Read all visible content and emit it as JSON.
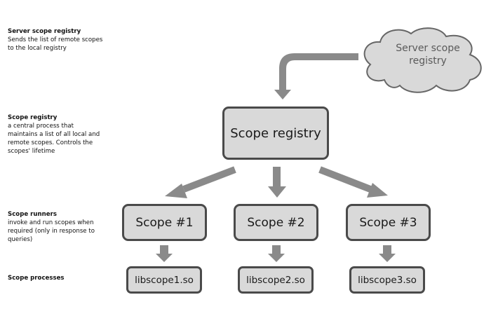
{
  "labels": {
    "server": {
      "title": "Server scope registry",
      "lines": [
        "Sends the list of remote scopes",
        "to the local registry"
      ]
    },
    "registry": {
      "title": "Scope registry",
      "lines": [
        "a central process that",
        "maintains a list of all local and",
        "remote scopes. Controls the",
        "scopes' lifetime"
      ]
    },
    "runners": {
      "title": "Scope runners",
      "lines": [
        "invoke and run scopes when",
        "required (only in response to",
        "queries)"
      ]
    },
    "processes": {
      "title": "Scope processes",
      "lines": []
    }
  },
  "cloud": {
    "lines": [
      "Server scope",
      "registry"
    ]
  },
  "registry_box": "Scope registry",
  "scopes": [
    "Scope #1",
    "Scope #2",
    "Scope #3"
  ],
  "libs": [
    "libscope1.so",
    "libscope2.so",
    "libscope3.so"
  ],
  "colors": {
    "box_fill": "#d9d9d9",
    "box_border": "#4a4a4a",
    "arrow": "#8a8a8a",
    "cloud_fill": "#d9d9d9",
    "cloud_border": "#666666"
  }
}
